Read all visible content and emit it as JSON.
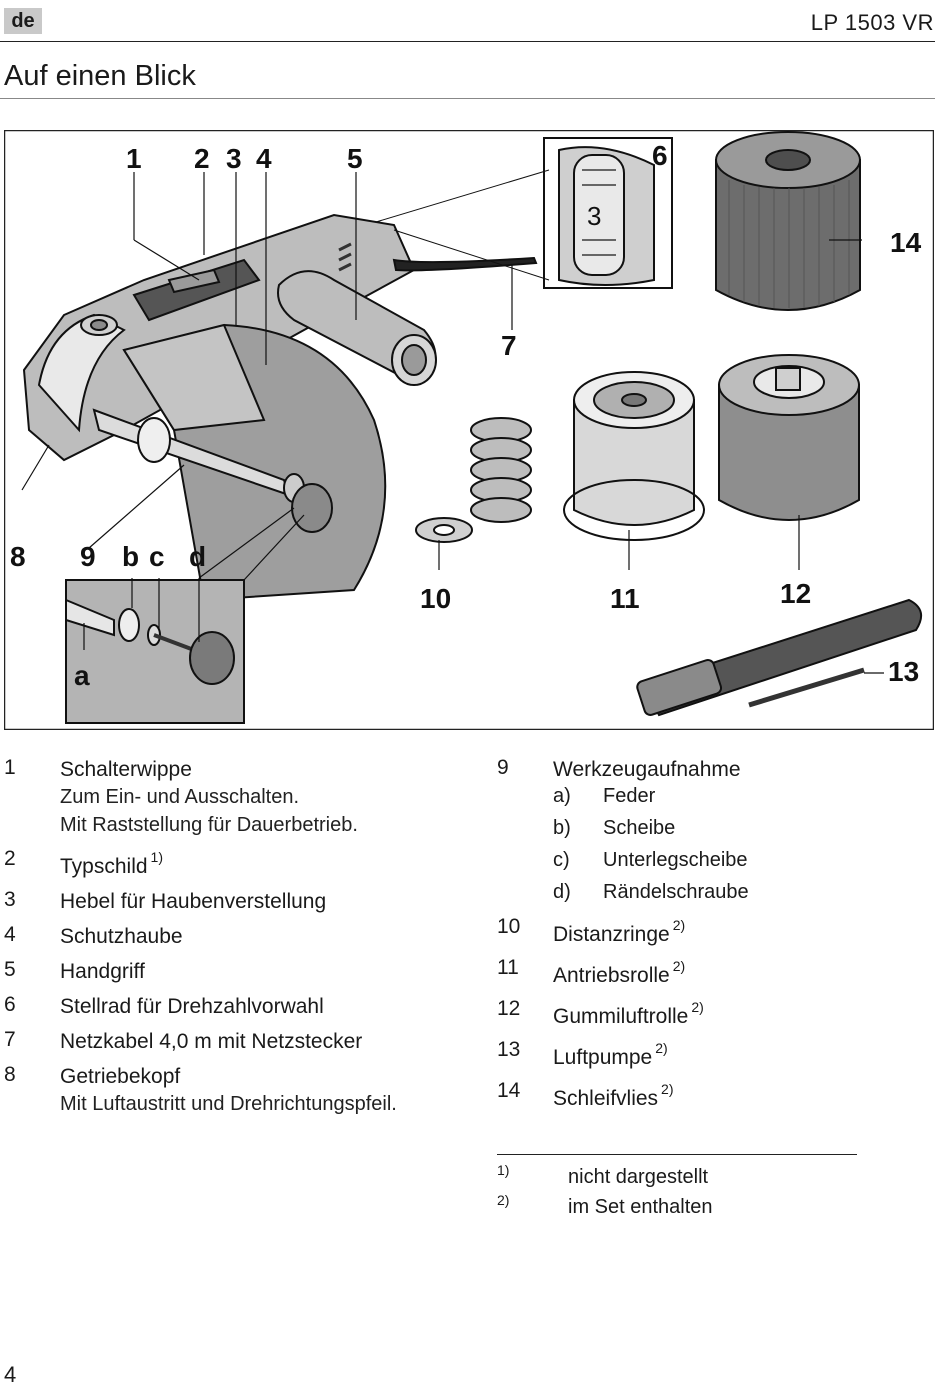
{
  "header": {
    "lang": "de",
    "model": "LP 1503 VR"
  },
  "page_title": "Auf einen Blick",
  "figure": {
    "callouts": {
      "n1": "1",
      "n2": "2",
      "n3": "3",
      "n4": "4",
      "n5": "5",
      "n6": "6",
      "n7": "7",
      "n8": "8",
      "n9": "9",
      "n10": "10",
      "n11": "11",
      "n12": "12",
      "n13": "13",
      "n14": "14",
      "a": "a",
      "b": "b",
      "c": "c",
      "d": "d"
    },
    "dial_value": "3"
  },
  "legend_left": [
    {
      "num": "1",
      "title": "Schalterwippe",
      "sub": [
        "Zum Ein- und Ausschalten.",
        "Mit Raststellung für Dauerbetrieb."
      ]
    },
    {
      "num": "2",
      "title": "Typschild",
      "note": "1)"
    },
    {
      "num": "3",
      "title": "Hebel für Haubenverstellung"
    },
    {
      "num": "4",
      "title": "Schutzhaube"
    },
    {
      "num": "5",
      "title": "Handgriff"
    },
    {
      "num": "6",
      "title": "Stellrad für Drehzahlvorwahl"
    },
    {
      "num": "7",
      "title": "Netzkabel 4,0 m mit Netzstecker"
    },
    {
      "num": "8",
      "title": "Getriebekopf",
      "sub": [
        "Mit Luftaustritt und Drehrichtungspfeil."
      ]
    }
  ],
  "legend_right": {
    "item9": {
      "num": "9",
      "title": "Werkzeugaufnahme",
      "subitems": [
        {
          "key": "a)",
          "label": "Feder"
        },
        {
          "key": "b)",
          "label": "Scheibe"
        },
        {
          "key": "c)",
          "label": "Unterlegscheibe"
        },
        {
          "key": "d)",
          "label": "Rändelschraube"
        }
      ]
    },
    "items": [
      {
        "num": "10",
        "title": "Distanzringe",
        "note": "2)"
      },
      {
        "num": "11",
        "title": "Antriebsrolle",
        "note": "2)"
      },
      {
        "num": "12",
        "title": "Gummiluftrolle",
        "note": "2)"
      },
      {
        "num": "13",
        "title": "Luftpumpe",
        "note": "2)"
      },
      {
        "num": "14",
        "title": "Schleifvlies",
        "note": "2)"
      }
    ]
  },
  "footnotes": [
    {
      "key": "1)",
      "text": "nicht dargestellt"
    },
    {
      "key": "2)",
      "text": "im Set enthalten"
    }
  ],
  "page_number": "4"
}
